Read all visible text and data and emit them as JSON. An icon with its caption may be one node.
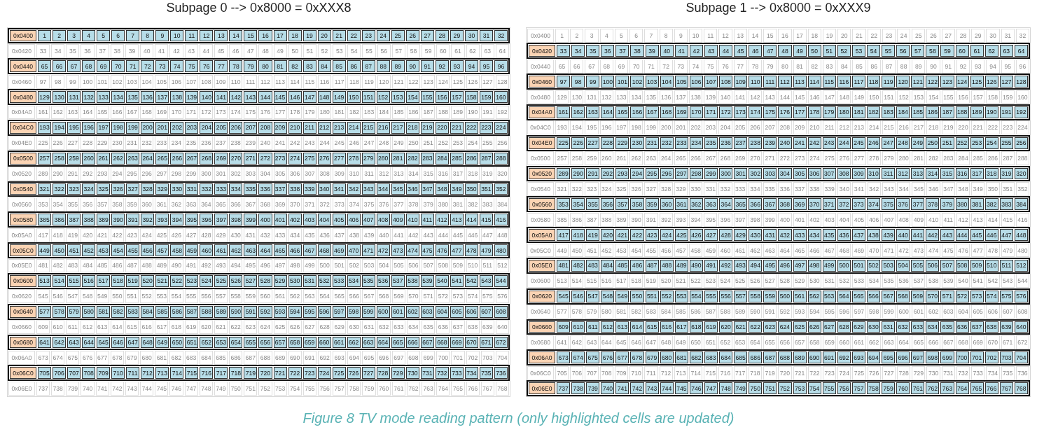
{
  "diagram": {
    "caption": "Figure 8 TV mode reading pattern (only highlighted cells are updated)",
    "nodes": [
      {
        "text": [
          "Subpage 0 --> 0x8000 = 0xXXX8"
        ]
      },
      {
        "in": 0,
        "text": [
          "0x0400",
          "1",
          "2",
          "3",
          "4",
          "5",
          "6",
          "7",
          "8",
          "9",
          "10",
          "11",
          "12",
          "13",
          "14",
          "15",
          "16",
          "17",
          "18",
          "19",
          "20",
          "21",
          "22",
          "23",
          "24",
          "25",
          "26",
          "27",
          "28",
          "29",
          "30",
          "31",
          "32"
        ]
      },
      {
        "in": 0,
        "text": [
          "0x0440",
          "65",
          "66",
          "67",
          "68",
          "69",
          "70",
          "71",
          "72",
          "73",
          "74",
          "75",
          "76",
          "77",
          "78",
          "79",
          "80",
          "81",
          "82",
          "83",
          "84",
          "85",
          "86",
          "87",
          "88",
          "89",
          "90",
          "91",
          "92",
          "93",
          "94",
          "95",
          "96"
        ]
      },
      {
        "in": 0,
        "text": [
          "0x0480",
          "129",
          "130",
          "131",
          "132",
          "133",
          "134",
          "135",
          "136",
          "137",
          "138",
          "139",
          "140",
          "141",
          "142",
          "143",
          "144",
          "145",
          "146",
          "147",
          "148",
          "149",
          "150",
          "151",
          "152",
          "153",
          "154",
          "155",
          "156",
          "157",
          "158",
          "159",
          "160"
        ]
      },
      {
        "in": 0,
        "text": [
          "0x04C0",
          "193",
          "194",
          "195",
          "196",
          "197",
          "198",
          "199",
          "200",
          "201",
          "202",
          "203",
          "204",
          "205",
          "206",
          "207",
          "208",
          "209",
          "210",
          "211",
          "212",
          "213",
          "214",
          "215",
          "216",
          "217",
          "218",
          "219",
          "220",
          "221",
          "222",
          "223",
          "224"
        ]
      },
      {
        "in": 0,
        "text": [
          "0x0500",
          "257",
          "258",
          "259",
          "260",
          "261",
          "262",
          "263",
          "264",
          "265",
          "266",
          "267",
          "268",
          "269",
          "270",
          "271",
          "272",
          "273",
          "274",
          "275",
          "276",
          "277",
          "278",
          "279",
          "280",
          "281",
          "282",
          "283",
          "284",
          "285",
          "286",
          "287",
          "288"
        ]
      },
      {
        "in": 0,
        "text": [
          "0x0540",
          "321",
          "322",
          "323",
          "324",
          "325",
          "326",
          "327",
          "328",
          "329",
          "330",
          "331",
          "332",
          "333",
          "334",
          "335",
          "336",
          "337",
          "338",
          "339",
          "340",
          "341",
          "342",
          "343",
          "344",
          "345",
          "346",
          "347",
          "348",
          "349",
          "350",
          "351",
          "352"
        ]
      },
      {
        "in": 0,
        "text": [
          "0x0580",
          "385",
          "386",
          "387",
          "388",
          "389",
          "390",
          "391",
          "392",
          "393",
          "394",
          "395",
          "396",
          "397",
          "398",
          "399",
          "400",
          "401",
          "402",
          "403",
          "404",
          "405",
          "406",
          "407",
          "408",
          "409",
          "410",
          "411",
          "412",
          "413",
          "414",
          "415",
          "416"
        ]
      },
      {
        "in": 0,
        "text": [
          "0x05C0",
          "449",
          "450",
          "451",
          "452",
          "453",
          "454",
          "455",
          "456",
          "457",
          "458",
          "459",
          "460",
          "461",
          "462",
          "463",
          "464",
          "465",
          "466",
          "467",
          "468",
          "469",
          "470",
          "471",
          "472",
          "473",
          "474",
          "475",
          "476",
          "477",
          "478",
          "479",
          "480"
        ]
      },
      {
        "in": 0,
        "text": [
          "0x0600",
          "513",
          "514",
          "515",
          "516",
          "517",
          "518",
          "519",
          "520",
          "521",
          "522",
          "523",
          "524",
          "525",
          "526",
          "527",
          "528",
          "529",
          "530",
          "531",
          "532",
          "533",
          "534",
          "535",
          "536",
          "537",
          "538",
          "539",
          "540",
          "541",
          "542",
          "543",
          "544"
        ]
      },
      {
        "in": 0,
        "text": [
          "0x0640",
          "577",
          "578",
          "579",
          "580",
          "581",
          "582",
          "583",
          "584",
          "585",
          "586",
          "587",
          "588",
          "589",
          "590",
          "591",
          "592",
          "593",
          "594",
          "595",
          "596",
          "597",
          "598",
          "599",
          "600",
          "601",
          "602",
          "603",
          "604",
          "605",
          "606",
          "607",
          "608"
        ]
      },
      {
        "in": 0,
        "text": [
          "0x0680",
          "641",
          "642",
          "643",
          "644",
          "645",
          "646",
          "647",
          "648",
          "649",
          "650",
          "651",
          "652",
          "653",
          "654",
          "655",
          "656",
          "657",
          "658",
          "659",
          "660",
          "661",
          "662",
          "663",
          "664",
          "665",
          "666",
          "667",
          "668",
          "669",
          "670",
          "671",
          "672"
        ]
      },
      {
        "in": 0,
        "text": [
          "0x06C0",
          "705",
          "706",
          "707",
          "708",
          "709",
          "710",
          "711",
          "712",
          "713",
          "714",
          "715",
          "716",
          "717",
          "718",
          "719",
          "720",
          "721",
          "722",
          "723",
          "724",
          "725",
          "726",
          "727",
          "728",
          "729",
          "730",
          "731",
          "732",
          "733",
          "734",
          "735",
          "736"
        ]
      },
      {
        "text": [
          "Subpage 1 --> 0x8000 = 0xXXX9"
        ]
      },
      {
        "in": 13,
        "text": [
          "0x0420",
          "33",
          "34",
          "35",
          "36",
          "37",
          "38",
          "39",
          "40",
          "41",
          "42",
          "43",
          "44",
          "45",
          "46",
          "47",
          "48",
          "49",
          "50",
          "51",
          "52",
          "53",
          "54",
          "55",
          "56",
          "57",
          "58",
          "59",
          "60",
          "61",
          "62",
          "63",
          "64"
        ]
      },
      {
        "in": 13,
        "text": [
          "0x0460",
          "97",
          "98",
          "99",
          "100",
          "101",
          "102",
          "103",
          "104",
          "105",
          "106",
          "107",
          "108",
          "109",
          "110",
          "111",
          "112",
          "113",
          "114",
          "115",
          "116",
          "117",
          "118",
          "119",
          "120",
          "121",
          "122",
          "123",
          "124",
          "125",
          "126",
          "127",
          "128"
        ]
      },
      {
        "in": 13,
        "text": [
          "0x04A0",
          "161",
          "162",
          "163",
          "164",
          "165",
          "166",
          "167",
          "168",
          "169",
          "170",
          "171",
          "172",
          "173",
          "174",
          "175",
          "176",
          "177",
          "178",
          "179",
          "180",
          "181",
          "182",
          "183",
          "184",
          "185",
          "186",
          "187",
          "188",
          "189",
          "190",
          "191",
          "192"
        ]
      },
      {
        "in": 13,
        "text": [
          "0x04E0",
          "225",
          "226",
          "227",
          "228",
          "229",
          "230",
          "231",
          "232",
          "233",
          "234",
          "235",
          "236",
          "237",
          "238",
          "239",
          "240",
          "241",
          "242",
          "243",
          "244",
          "245",
          "246",
          "247",
          "248",
          "249",
          "250",
          "251",
          "252",
          "253",
          "254",
          "255",
          "256"
        ]
      },
      {
        "in": 13,
        "text": [
          "0x0520",
          "289",
          "290",
          "291",
          "292",
          "293",
          "294",
          "295",
          "296",
          "297",
          "298",
          "299",
          "300",
          "301",
          "302",
          "303",
          "304",
          "305",
          "306",
          "307",
          "308",
          "309",
          "310",
          "311",
          "312",
          "313",
          "314",
          "315",
          "316",
          "317",
          "318",
          "319",
          "320"
        ]
      },
      {
        "in": 13,
        "text": [
          "0x0560",
          "353",
          "354",
          "355",
          "356",
          "357",
          "358",
          "359",
          "360",
          "361",
          "362",
          "363",
          "364",
          "365",
          "366",
          "367",
          "368",
          "369",
          "370",
          "371",
          "372",
          "373",
          "374",
          "375",
          "376",
          "377",
          "378",
          "379",
          "380",
          "381",
          "382",
          "383",
          "384"
        ]
      },
      {
        "in": 13,
        "text": [
          "0x05A0",
          "417",
          "418",
          "419",
          "420",
          "421",
          "422",
          "423",
          "424",
          "425",
          "426",
          "427",
          "428",
          "429",
          "430",
          "431",
          "432",
          "433",
          "434",
          "435",
          "436",
          "437",
          "438",
          "439",
          "440",
          "441",
          "442",
          "443",
          "444",
          "445",
          "446",
          "447",
          "448"
        ]
      },
      {
        "in": 13,
        "text": [
          "0x05E0",
          "481",
          "482",
          "483",
          "484",
          "485",
          "486",
          "487",
          "488",
          "489",
          "490",
          "491",
          "492",
          "493",
          "494",
          "495",
          "496",
          "497",
          "498",
          "499",
          "500",
          "501",
          "502",
          "503",
          "504",
          "505",
          "506",
          "507",
          "508",
          "509",
          "510",
          "511",
          "512"
        ]
      },
      {
        "in": 13,
        "text": [
          "0x0620",
          "545",
          "546",
          "547",
          "548",
          "549",
          "550",
          "551",
          "552",
          "553",
          "554",
          "555",
          "556",
          "557",
          "558",
          "559",
          "560",
          "561",
          "562",
          "563",
          "564",
          "565",
          "566",
          "567",
          "568",
          "569",
          "570",
          "571",
          "572",
          "573",
          "574",
          "575",
          "576"
        ]
      },
      {
        "in": 13,
        "text": [
          "0x0660",
          "609",
          "610",
          "611",
          "612",
          "613",
          "614",
          "615",
          "616",
          "617",
          "618",
          "619",
          "620",
          "621",
          "622",
          "623",
          "624",
          "625",
          "626",
          "627",
          "628",
          "629",
          "630",
          "631",
          "632",
          "633",
          "634",
          "635",
          "636",
          "637",
          "638",
          "639",
          "640"
        ]
      },
      {
        "in": 13,
        "text": [
          "0x06A0",
          "673",
          "674",
          "675",
          "676",
          "677",
          "678",
          "679",
          "680",
          "681",
          "682",
          "683",
          "684",
          "685",
          "686",
          "687",
          "688",
          "689",
          "690",
          "691",
          "692",
          "693",
          "694",
          "695",
          "696",
          "697",
          "698",
          "699",
          "700",
          "701",
          "702",
          "703",
          "704"
        ]
      },
      {
        "in": 13,
        "text": [
          "0x06E0",
          "737",
          "738",
          "739",
          "740",
          "741",
          "742",
          "743",
          "744",
          "745",
          "746",
          "747",
          "748",
          "749",
          "750",
          "751",
          "752",
          "753",
          "754",
          "755",
          "756",
          "757",
          "758",
          "759",
          "760",
          "761",
          "762",
          "763",
          "764",
          "765",
          "766",
          "767",
          "768"
        ]
      }
    ],
    "labels": [
      "0x0420",
      "33",
      "34",
      "35",
      "36",
      "37",
      "38",
      "39",
      "40",
      "41",
      "42",
      "43",
      "44",
      "45",
      "46",
      "47",
      "48",
      "49",
      "50",
      "51",
      "52",
      "53",
      "54",
      "55",
      "56",
      "57",
      "58",
      "59",
      "60",
      "61",
      "62",
      "63",
      "64",
      "0x0460",
      "97",
      "98",
      "99",
      "100",
      "101",
      "102",
      "103",
      "104",
      "105",
      "106",
      "107",
      "108",
      "109",
      "110",
      "111",
      "112",
      "113",
      "114",
      "115",
      "116",
      "117",
      "118",
      "119",
      "120",
      "121",
      "122",
      "123",
      "124",
      "125",
      "126",
      "127",
      "128",
      "0x04A0",
      "161",
      "162",
      "163",
      "164",
      "165",
      "166",
      "167",
      "168",
      "169",
      "170",
      "171",
      "172",
      "173",
      "174",
      "175",
      "176",
      "177",
      "178",
      "179",
      "180",
      "181",
      "182",
      "183",
      "184",
      "185",
      "186",
      "187",
      "188",
      "189",
      "190",
      "191",
      "192",
      "0x04E0",
      "225",
      "226",
      "227",
      "228",
      "229",
      "230",
      "231",
      "232",
      "233",
      "234",
      "235",
      "236",
      "237",
      "238",
      "239",
      "240",
      "241",
      "242",
      "243",
      "244",
      "245",
      "246",
      "247",
      "248",
      "249",
      "250",
      "251",
      "252",
      "253",
      "254",
      "255",
      "256",
      "0x0520",
      "289",
      "290",
      "291",
      "292",
      "293",
      "294",
      "295",
      "296",
      "297",
      "298",
      "299",
      "300",
      "301",
      "302",
      "303",
      "304",
      "305",
      "306",
      "307",
      "308",
      "309",
      "310",
      "311",
      "312",
      "313",
      "314",
      "315",
      "316",
      "317",
      "318",
      "319",
      "320",
      "0x0560",
      "353",
      "354",
      "355",
      "356",
      "357",
      "358",
      "359",
      "360",
      "361",
      "362",
      "363",
      "364",
      "365",
      "366",
      "367",
      "368",
      "369",
      "370",
      "371",
      "372",
      "373",
      "374",
      "375",
      "376",
      "377",
      "378",
      "379",
      "380",
      "381",
      "382",
      "383",
      "384",
      "0x05A0",
      "417",
      "418",
      "419",
      "420",
      "421",
      "422",
      "423",
      "424",
      "425",
      "426",
      "427",
      "428",
      "429",
      "430",
      "431",
      "432",
      "433",
      "434",
      "435",
      "436",
      "437",
      "438",
      "439",
      "440",
      "441",
      "442",
      "443",
      "444",
      "445",
      "446",
      "447",
      "448",
      "0x05E0",
      "481",
      "482",
      "483",
      "484",
      "485",
      "486",
      "487",
      "488",
      "489",
      "490",
      "491",
      "492",
      "493",
      "494",
      "495",
      "496",
      "497",
      "498",
      "499",
      "500",
      "501",
      "502",
      "503",
      "504",
      "505",
      "506",
      "507",
      "508",
      "509",
      "510",
      "511",
      "512",
      "0x0620",
      "545",
      "546",
      "547",
      "548",
      "549",
      "550",
      "551",
      "552",
      "553",
      "554",
      "555",
      "556",
      "557",
      "558",
      "559",
      "560",
      "561",
      "562",
      "563",
      "564",
      "565",
      "566",
      "567",
      "568",
      "569",
      "570",
      "571",
      "572",
      "573",
      "574",
      "575",
      "576",
      "0x0660",
      "609",
      "610",
      "611",
      "612",
      "613",
      "614",
      "615",
      "616",
      "617",
      "618",
      "619",
      "620",
      "621",
      "622",
      "623",
      "624",
      "625",
      "626",
      "627",
      "628",
      "629",
      "630",
      "631",
      "632",
      "633",
      "634",
      "635",
      "636",
      "637",
      "638",
      "639",
      "640",
      "0x06A0",
      "673",
      "674",
      "675",
      "676",
      "677",
      "678",
      "679",
      "680",
      "681",
      "682",
      "683",
      "684",
      "685",
      "686",
      "687",
      "688",
      "689",
      "690",
      "691",
      "692",
      "693",
      "694",
      "695",
      "696",
      "697",
      "698",
      "699",
      "700",
      "701",
      "702",
      "703",
      "704",
      "0x06E0",
      "737",
      "738",
      "739",
      "740",
      "741",
      "742",
      "743",
      "744",
      "745",
      "746",
      "747",
      "748",
      "749",
      "750",
      "751",
      "752",
      "753",
      "754",
      "755",
      "756",
      "757",
      "758",
      "759",
      "760",
      "761",
      "762",
      "763",
      "764",
      "765",
      "766",
      "767",
      "768",
      "0x0400",
      "1",
      "2",
      "3",
      "4",
      "5",
      "6",
      "7",
      "8",
      "9",
      "10",
      "11",
      "12",
      "13",
      "14",
      "15",
      "16",
      "17",
      "18",
      "19",
      "20",
      "21",
      "22",
      "23",
      "24",
      "25",
      "26",
      "27",
      "28",
      "29",
      "30",
      "31",
      "32",
      "0x0440",
      "65",
      "66",
      "67",
      "68",
      "69",
      "70",
      "71",
      "72",
      "73",
      "74",
      "75",
      "76",
      "77",
      "78",
      "79",
      "80",
      "81",
      "82",
      "83",
      "84",
      "85",
      "86",
      "87",
      "88",
      "89",
      "90",
      "91",
      "92",
      "93",
      "94",
      "95",
      "96",
      "0x0480",
      "129",
      "130",
      "131",
      "132",
      "133",
      "134",
      "135",
      "136",
      "137",
      "138",
      "139",
      "140",
      "141",
      "142",
      "143",
      "144",
      "145",
      "146",
      "147",
      "148",
      "149",
      "150",
      "151",
      "152",
      "153",
      "154",
      "155",
      "156",
      "157",
      "158",
      "159",
      "160",
      "0x04C0",
      "193",
      "194",
      "195",
      "196",
      "197",
      "198",
      "199",
      "200",
      "201",
      "202",
      "203",
      "204",
      "205",
      "206",
      "207",
      "208",
      "209",
      "210",
      "211",
      "212",
      "213",
      "214",
      "215",
      "216",
      "217",
      "218",
      "219",
      "220",
      "221",
      "222",
      "223",
      "224",
      "0x0500",
      "257",
      "258",
      "259",
      "260",
      "261",
      "262",
      "263",
      "264",
      "265",
      "266",
      "267",
      "268",
      "269",
      "270",
      "271",
      "272",
      "273",
      "274",
      "275",
      "276",
      "277",
      "278",
      "279",
      "280",
      "281",
      "282",
      "283",
      "284",
      "285",
      "286",
      "287",
      "288",
      "0x0540",
      "321",
      "322",
      "323",
      "324",
      "325",
      "326",
      "327",
      "328",
      "329",
      "330",
      "331",
      "332",
      "333",
      "334",
      "335",
      "336",
      "337",
      "338",
      "339",
      "340",
      "341",
      "342",
      "343",
      "344",
      "345",
      "346",
      "347",
      "348",
      "349",
      "350",
      "351",
      "352",
      "0x0580",
      "385",
      "386",
      "387",
      "388",
      "389",
      "390",
      "391",
      "392",
      "393",
      "394",
      "395",
      "396",
      "397",
      "398",
      "399",
      "400",
      "401",
      "402",
      "403",
      "404",
      "405",
      "406",
      "407",
      "408",
      "409",
      "410",
      "411",
      "412",
      "413",
      "414",
      "415",
      "416",
      "0x05C0",
      "449",
      "450",
      "451",
      "452",
      "453",
      "454",
      "455",
      "456",
      "457",
      "458",
      "459",
      "460",
      "461",
      "462",
      "463",
      "464",
      "465",
      "466",
      "467",
      "468",
      "469",
      "470",
      "471",
      "472",
      "473",
      "474",
      "475",
      "476",
      "477",
      "478",
      "479",
      "480",
      "0x0600",
      "513",
      "514",
      "515",
      "516",
      "517",
      "518",
      "519",
      "520",
      "521",
      "522",
      "523",
      "524",
      "525",
      "526",
      "527",
      "528",
      "529",
      "530",
      "531",
      "532",
      "533",
      "534",
      "535",
      "536",
      "537",
      "538",
      "539",
      "540",
      "541",
      "542",
      "543",
      "544",
      "0x0640",
      "577",
      "578",
      "579",
      "580",
      "581",
      "582",
      "583",
      "584",
      "585",
      "586",
      "587",
      "588",
      "589",
      "590",
      "591",
      "592",
      "593",
      "594",
      "595",
      "596",
      "597",
      "598",
      "599",
      "600",
      "601",
      "602",
      "603",
      "604",
      "605",
      "606",
      "607",
      "608",
      "0x0680",
      "641",
      "642",
      "643",
      "644",
      "645",
      "646",
      "647",
      "648",
      "649",
      "650",
      "651",
      "652",
      "653",
      "654",
      "655",
      "656",
      "657",
      "658",
      "659",
      "660",
      "661",
      "662",
      "663",
      "664",
      "665",
      "666",
      "667",
      "668",
      "669",
      "670",
      "671",
      "672",
      "0x06C0",
      "705",
      "706",
      "707",
      "708",
      "709",
      "710",
      "711",
      "712",
      "713",
      "714",
      "715",
      "716",
      "717",
      "718",
      "719",
      "720",
      "721",
      "722",
      "723",
      "724",
      "725",
      "726",
      "727",
      "728",
      "729",
      "730",
      "731",
      "732",
      "733",
      "734",
      "735",
      "736"
    ]
  }
}
